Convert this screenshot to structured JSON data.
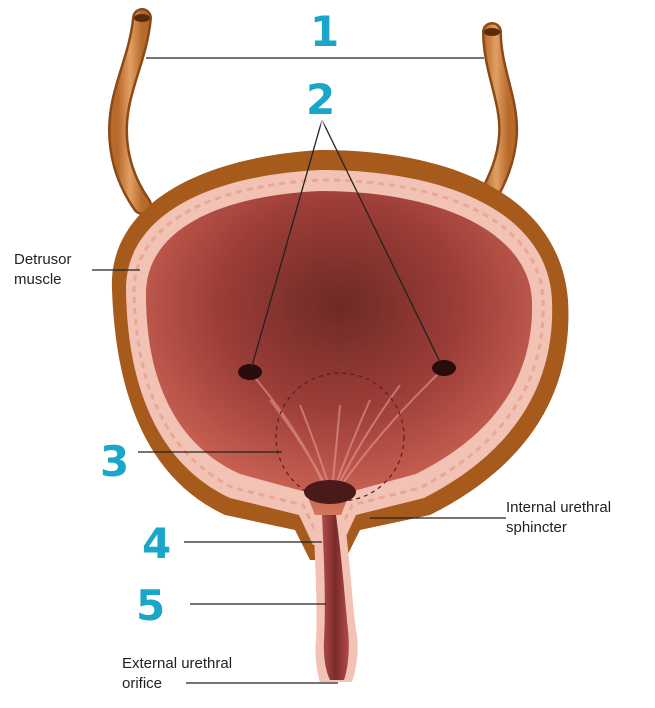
{
  "labels": {
    "detrusor_line1": "Detrusor",
    "detrusor_line2": "muscle",
    "internal_line1": "Internal urethral",
    "internal_line2": "sphincter",
    "external_line1": "External urethral",
    "external_line2": "orifice"
  },
  "markers": [
    "1",
    "2",
    "3",
    "4",
    "5"
  ],
  "colors": {
    "marker": "#1aa6c9",
    "outer_wall": "#a65a1c",
    "muscle_layer": "#f2c2b4",
    "lumen": "#b84a4a",
    "ureter": "#d08a45",
    "leader_line": "#222222"
  }
}
